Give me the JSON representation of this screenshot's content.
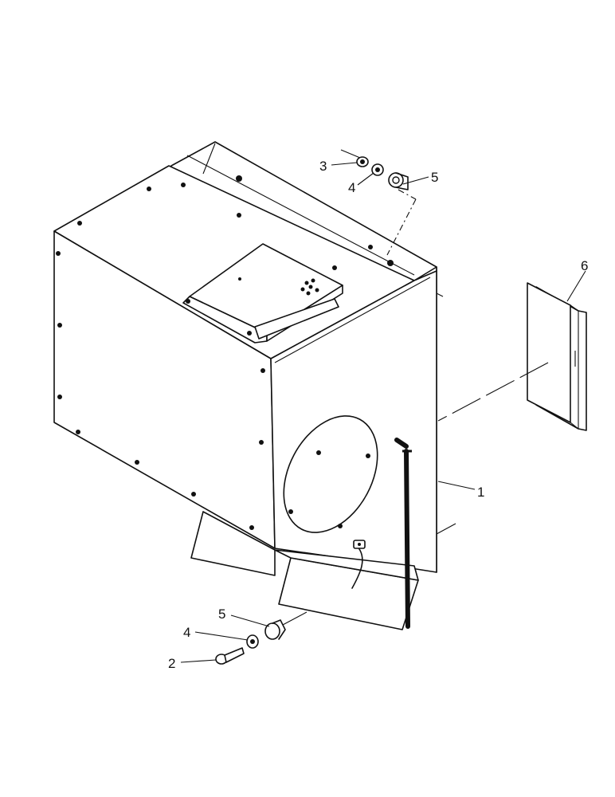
{
  "callouts": {
    "c1": "1",
    "c2": "2",
    "c3": "3",
    "c4_top": "4",
    "c4_bottom": "4",
    "c5_top": "5",
    "c5_bottom": "5",
    "c6": "6"
  },
  "colors": {
    "line": "#111111",
    "background": "#ffffff"
  }
}
